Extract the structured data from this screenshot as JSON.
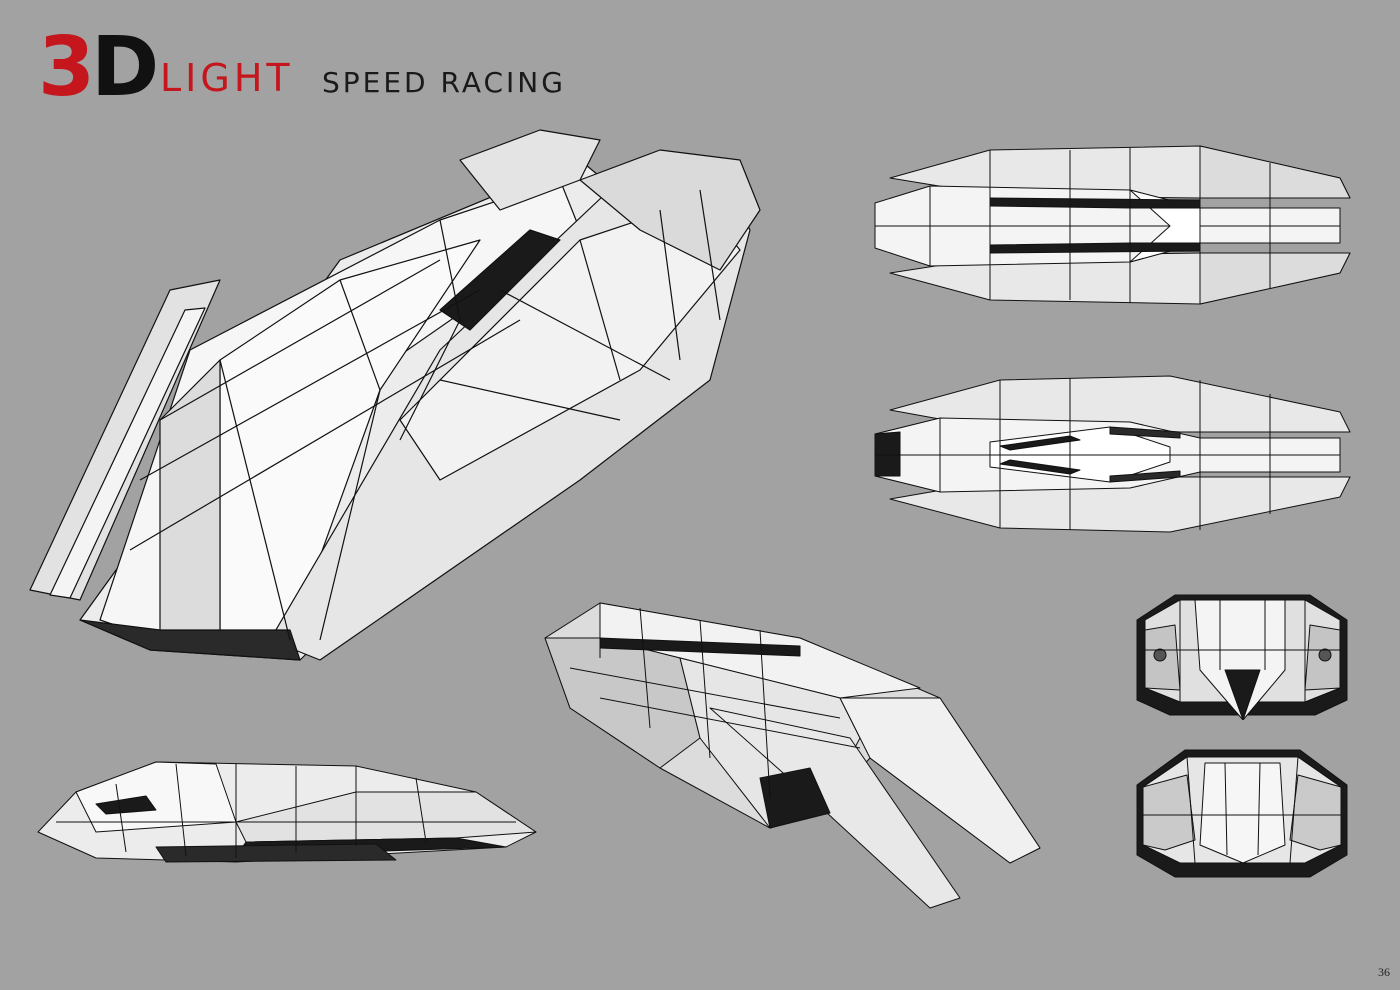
{
  "header": {
    "logo_digit": "3",
    "logo_letter": "D",
    "title_accent": "LIGHT",
    "title_rest": "SPEED RACING"
  },
  "page_number": "36",
  "colors": {
    "background": "#a2a2a2",
    "accent_red": "#c4161c",
    "text_dark": "#1a1a1a",
    "model_fill": "#ececec",
    "model_shade": "#c8c8c8",
    "model_dark": "#1a1a1a"
  },
  "views": [
    {
      "id": "perspective-main",
      "kind": "image"
    },
    {
      "id": "top",
      "kind": "image"
    },
    {
      "id": "bottom",
      "kind": "image"
    },
    {
      "id": "side",
      "kind": "image"
    },
    {
      "id": "perspective-rear",
      "kind": "image"
    },
    {
      "id": "front",
      "kind": "image"
    },
    {
      "id": "rear",
      "kind": "image"
    }
  ]
}
